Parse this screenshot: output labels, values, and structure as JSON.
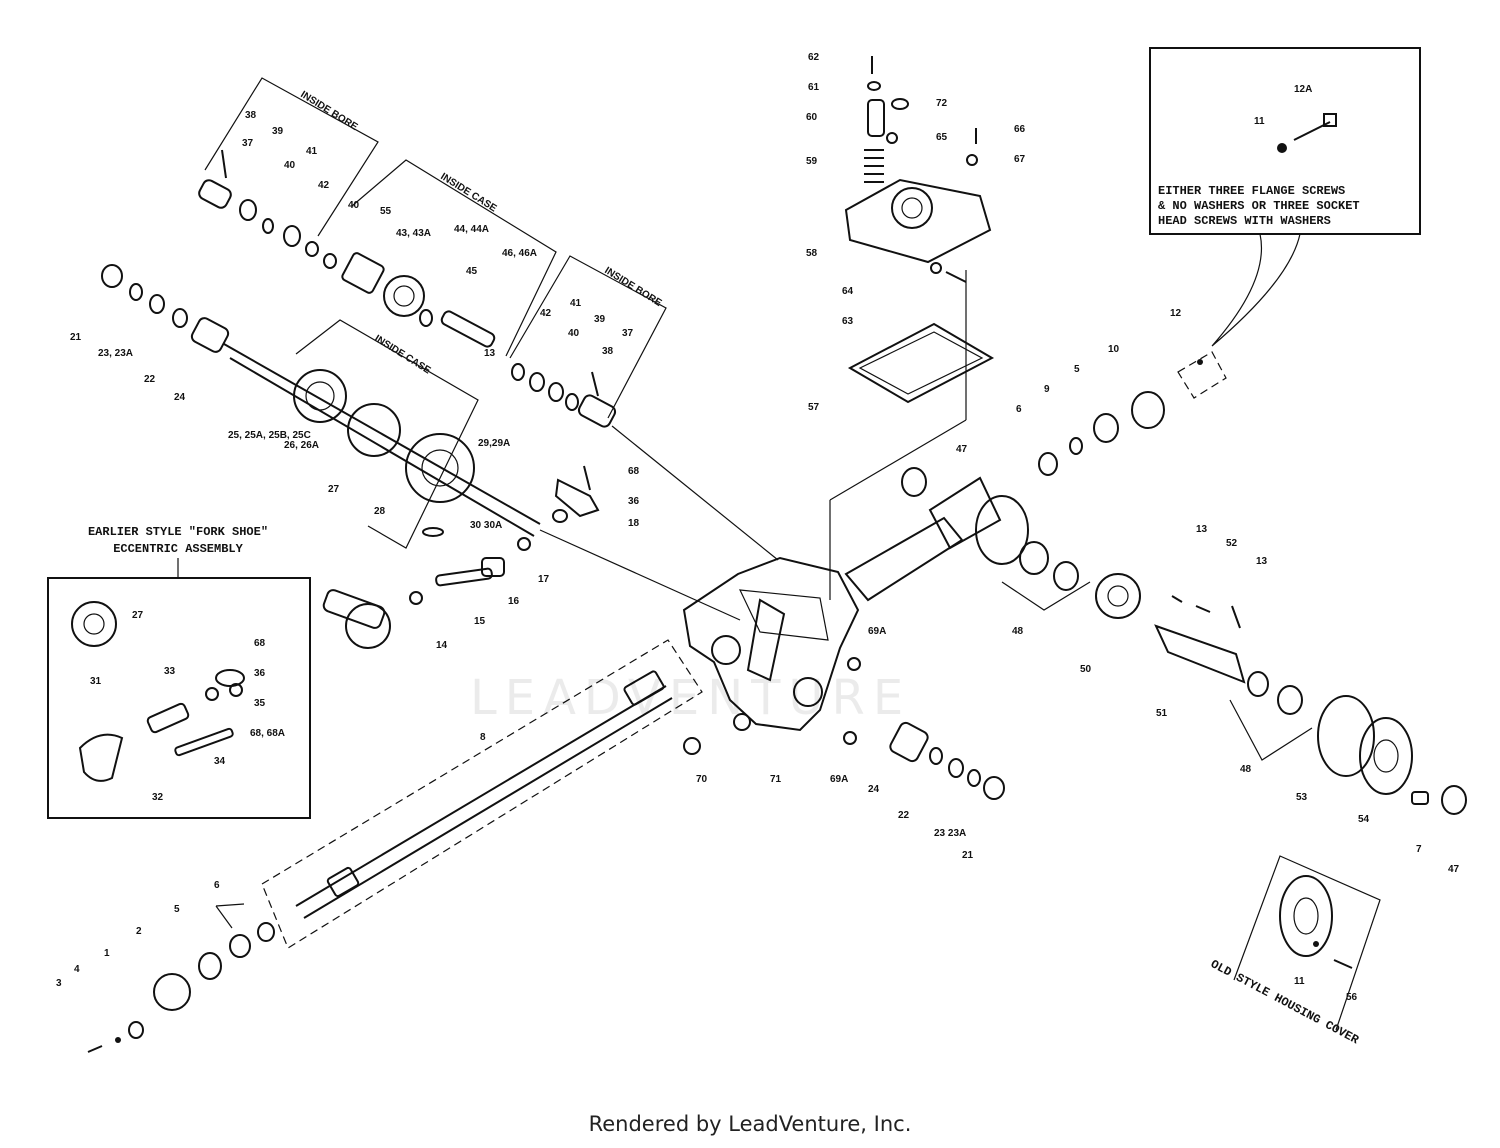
{
  "footer": "Rendered by LeadVenture, Inc.",
  "watermark": "LEADVENTURE",
  "notes": {
    "inside_bore": "INSIDE BORE",
    "inside_case": "INSIDE CASE",
    "inside_case_2": "INSIDE CASE",
    "inside_bore_2": "INSIDE BORE",
    "screw_note_1": "EITHER THREE FLANGE SCREWS",
    "screw_note_2": "& NO WASHERS OR THREE SOCKET",
    "screw_note_3": "HEAD SCREWS WITH WASHERS",
    "fork_shoe_1": "EARLIER STYLE \"FORK SHOE\"",
    "fork_shoe_2": "ECCENTRIC ASSEMBLY",
    "old_cover": "OLD STYLE HOUSING COVER"
  },
  "part_labels": {
    "p1": "1",
    "p2": "2",
    "p3": "3",
    "p4": "4",
    "p5a": "5",
    "p5b": "5",
    "p6a": "6",
    "p6b": "6",
    "p7": "7",
    "p8": "8",
    "p9": "9",
    "p10": "10",
    "p11a": "11",
    "p11b": "11",
    "p12": "12",
    "p12a": "12A",
    "p13a": "13",
    "p13b": "13",
    "p13c": "13",
    "p14": "14",
    "p15": "15",
    "p16": "16",
    "p17": "17",
    "p18": "18",
    "p21a": "21",
    "p21b": "21",
    "p22a": "22",
    "p22b": "22",
    "p23a": "23, 23A",
    "p23b": "23 23A",
    "p24a": "24",
    "p24b": "24",
    "p25": "25, 25A, 25B, 25C",
    "p26": "26, 26A",
    "p27a": "27",
    "p27b": "27",
    "p28": "28",
    "p29": "29,29A",
    "p30": "30 30A",
    "p31": "31",
    "p32": "32",
    "p33": "33",
    "p34": "34",
    "p35": "35",
    "p36a": "36",
    "p36b": "36",
    "p37a": "37",
    "p37b": "37",
    "p38a": "38",
    "p38b": "38",
    "p39a": "39",
    "p39b": "39",
    "p40a": "40",
    "p40b": "40",
    "p40c": "40",
    "p41a": "41",
    "p41b": "41",
    "p42a": "42",
    "p42b": "42",
    "p43": "43, 43A",
    "p44": "44, 44A",
    "p45": "45",
    "p46": "46, 46A",
    "p47a": "47",
    "p47b": "47",
    "p48a": "48",
    "p48b": "48",
    "p50": "50",
    "p51": "51",
    "p52": "52",
    "p53": "53",
    "p54": "54",
    "p55": "55",
    "p56": "56",
    "p57": "57",
    "p58": "58",
    "p59": "59",
    "p60": "60",
    "p61": "61",
    "p62": "62",
    "p63": "63",
    "p64": "64",
    "p65": "65",
    "p66": "66",
    "p67": "67",
    "p68a": "68",
    "p68b": "68",
    "p68c": "68, 68A",
    "p69a": "69A",
    "p69b": "69A",
    "p70": "70",
    "p71": "71",
    "p72": "72"
  }
}
